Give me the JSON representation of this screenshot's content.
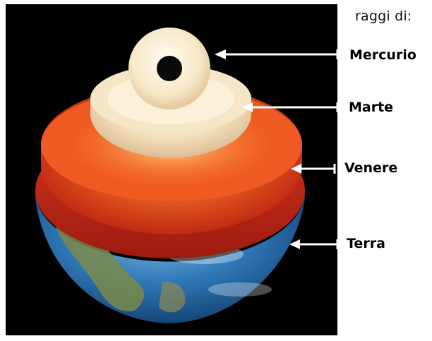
{
  "heading": "raggi di:",
  "labels": {
    "mercurio": "Mercurio",
    "marte": "Marte",
    "venere": "Venere",
    "terra": "Terra"
  },
  "colors": {
    "background_panel": "#000000",
    "earth_ocean": "#2f79b8",
    "venus_shell": "#e23a1c",
    "mars_shell": "#f3e3c4",
    "mercury_shell": "#fbf1da",
    "arrow": "#ffffff"
  }
}
